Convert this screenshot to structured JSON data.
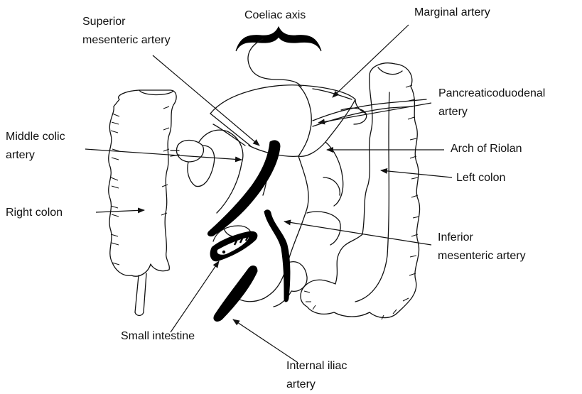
{
  "labels": {
    "coeliac_axis": "Coeliac axis",
    "superior_mesenteric_line1": "Superior",
    "superior_mesenteric_line2": "mesenteric artery",
    "marginal_artery": "Marginal artery",
    "pancreaticoduodenal_line1": "Pancreaticoduodenal",
    "pancreaticoduodenal_line2": "artery",
    "middle_colic_line1": "Middle colic",
    "middle_colic_line2": "artery",
    "arch_of_riolan": "Arch of Riolan",
    "left_colon": "Left colon",
    "right_colon": "Right colon",
    "inferior_mesenteric_line1": "Inferior",
    "inferior_mesenteric_line2": "mesenteric artery",
    "small_intestine": "Small intestine",
    "internal_iliac_line1": "Internal iliac",
    "internal_iliac_line2": "artery"
  }
}
